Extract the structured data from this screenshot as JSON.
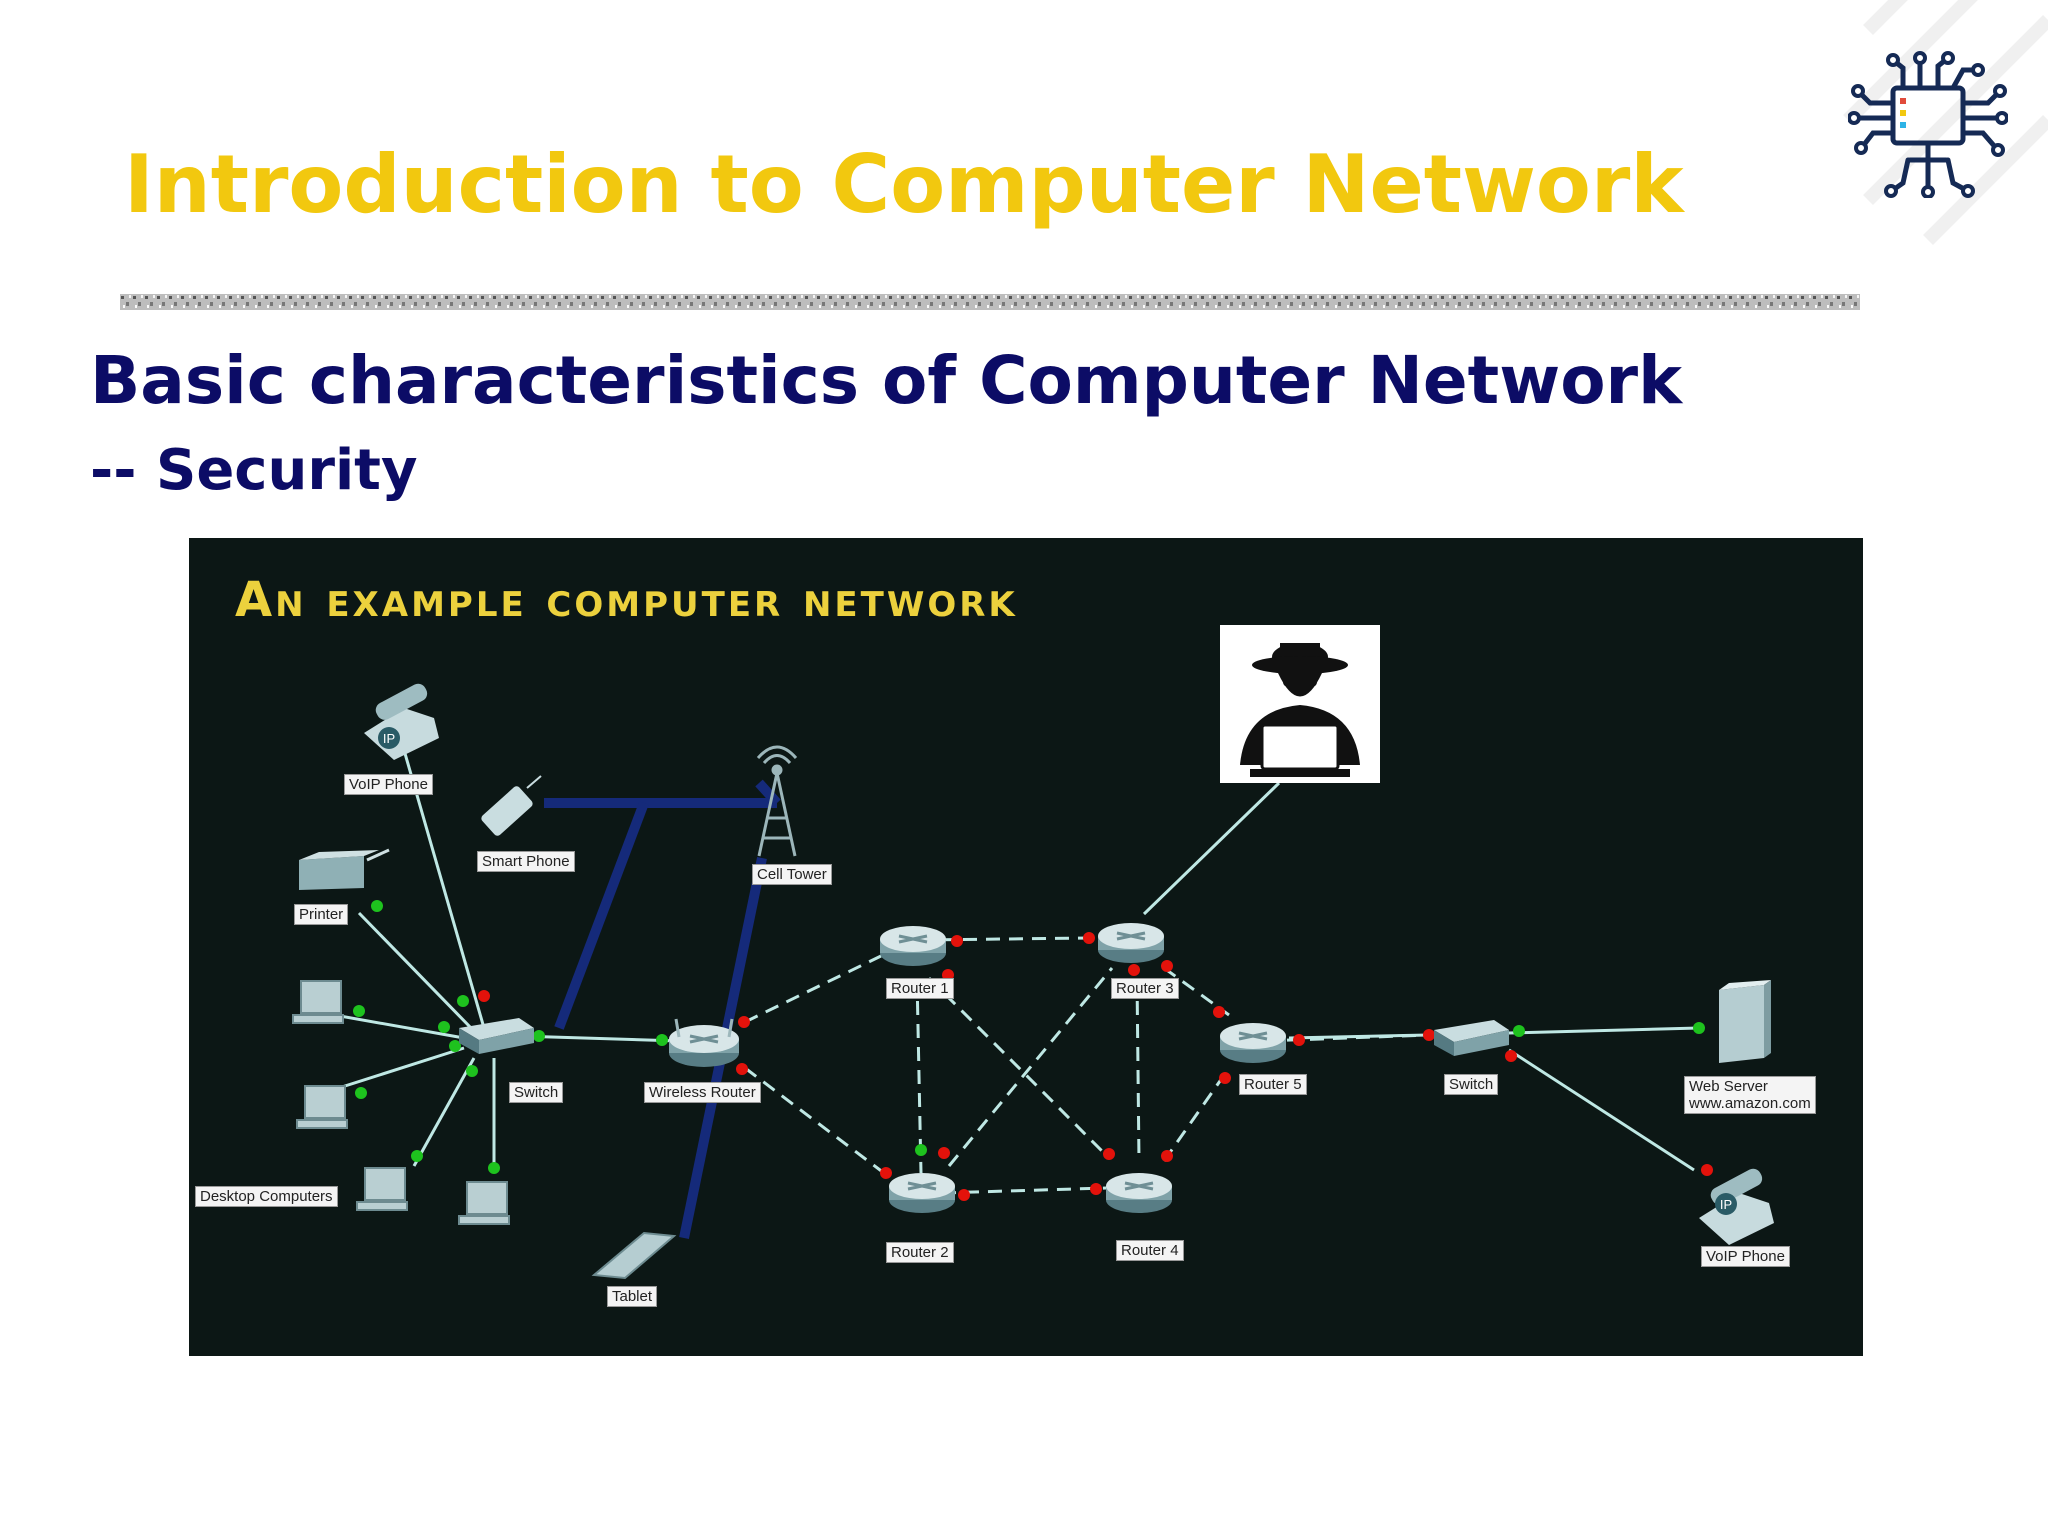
{
  "slide": {
    "title": "Introduction to Computer Network",
    "subtitle": "Basic characteristics of Computer Network",
    "subtitle2": "-- Security"
  },
  "diagram": {
    "title": "An example computer network",
    "labels": {
      "voip_phone_left": "VoIP Phone",
      "smart_phone": "Smart Phone",
      "cell_tower": "Cell Tower",
      "printer": "Printer",
      "switch_left": "Switch",
      "desktop_computers": "Desktop Computers",
      "wireless_router": "Wireless Router",
      "tablet": "Tablet",
      "router1": "Router 1",
      "router2": "Router 2",
      "router3": "Router 3",
      "router4": "Router 4",
      "router5": "Router 5",
      "switch_right": "Switch",
      "web_server_line1": "Web Server",
      "web_server_line2": "www.amazon.com",
      "voip_phone_right": "VoIP Phone",
      "ip_badge": "IP"
    }
  },
  "colors": {
    "title": "#f2c80f",
    "subtitle": "#0c0c66",
    "diagram_bg": "#0c1715",
    "link": "#bfe8e4",
    "port_up": "#1ec21e",
    "port_down": "#e3120b",
    "wireless": "#152a7a"
  },
  "icons": [
    "circuit-monitor-logo",
    "hacker-icon",
    "router-icon",
    "switch-icon",
    "desktop-icon",
    "phone-icon",
    "tower-icon",
    "server-icon"
  ]
}
